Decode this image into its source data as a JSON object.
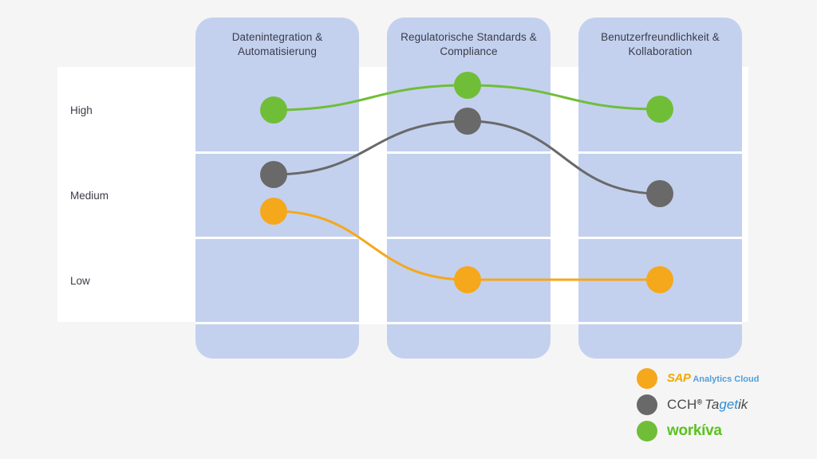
{
  "page": {
    "background_color": "#f5f5f5",
    "panel_color": "#ffffff",
    "column_color": "#c3d1ef",
    "separator_color": "#ffffff",
    "text_color": "#3b3b48"
  },
  "columns": [
    {
      "label": "Datenintegration &\nAutomatisierung"
    },
    {
      "label": "Regulatorische Standards &\nCompliance"
    },
    {
      "label": "Benutzerfreundlichkeit &\nKollaboration"
    }
  ],
  "rows": [
    {
      "label": "High"
    },
    {
      "label": "Medium"
    },
    {
      "label": "Low"
    }
  ],
  "legend": {
    "items": [
      {
        "name": "sap-analytics-cloud",
        "color": "#f5a81c",
        "parts": [
          {
            "text": "SAP",
            "color": "#f0ab00",
            "style": "main"
          },
          {
            "text": "Analytics Cloud",
            "color": "#4ea0dd",
            "style": "sub"
          }
        ]
      },
      {
        "name": "cch-tagetik",
        "color": "#696969",
        "parts": [
          {
            "text": "CCH",
            "color": "#4a4a4a",
            "style": "cch"
          },
          {
            "text": "®",
            "color": "#4a4a4a",
            "style": "reg"
          },
          {
            "text": "Ta",
            "color": "#4a4a4a",
            "style": "tag-a"
          },
          {
            "text": "get",
            "color": "#2f8fd4",
            "style": "tag-b"
          },
          {
            "text": "ik",
            "color": "#4a4a4a",
            "style": "tag-c"
          }
        ]
      },
      {
        "name": "workiva",
        "color": "#70be38",
        "parts": [
          {
            "text": "workíva",
            "color": "#5ac220",
            "style": "workiva"
          }
        ]
      }
    ]
  },
  "chart_data": {
    "type": "line",
    "title": "",
    "xlabel": "",
    "ylabel": "",
    "categories": [
      "Datenintegration & Automatisierung",
      "Regulatorische Standards & Compliance",
      "Benutzerfreundlichkeit & Kollaboration"
    ],
    "y_scale": [
      "Low",
      "Medium",
      "High"
    ],
    "ylim": [
      "Low",
      "High"
    ],
    "grid": true,
    "legend_position": "bottom-right",
    "series": [
      {
        "name": "SAP Analytics Cloud",
        "color": "#f5a81c",
        "values": [
          "Medium",
          "Low",
          "Low"
        ],
        "points": [
          {
            "category": "Datenintegration & Automatisierung",
            "value": "Medium",
            "x": 343,
            "y": 265
          },
          {
            "category": "Regulatorische Standards & Compliance",
            "value": "Low",
            "x": 586,
            "y": 351
          },
          {
            "category": "Benutzerfreundlichkeit & Kollaboration",
            "value": "Low",
            "x": 827,
            "y": 351
          }
        ]
      },
      {
        "name": "CCH Tagetik",
        "color": "#696969",
        "values": [
          "Medium",
          "High",
          "Medium"
        ],
        "points": [
          {
            "category": "Datenintegration & Automatisierung",
            "value": "Medium",
            "x": 343,
            "y": 219
          },
          {
            "category": "Regulatorische Standards & Compliance",
            "value": "High",
            "x": 586,
            "y": 152
          },
          {
            "category": "Benutzerfreundlichkeit & Kollaboration",
            "value": "Medium",
            "x": 827,
            "y": 243
          }
        ]
      },
      {
        "name": "Workiva",
        "color": "#70be38",
        "values": [
          "High",
          "High",
          "High"
        ],
        "points": [
          {
            "category": "Datenintegration & Automatisierung",
            "value": "High",
            "x": 343,
            "y": 138
          },
          {
            "category": "Regulatorische Standards & Compliance",
            "value": "High",
            "x": 586,
            "y": 107
          },
          {
            "category": "Benutzerfreundlichkeit & Kollaboration",
            "value": "High",
            "x": 827,
            "y": 137
          }
        ]
      }
    ]
  }
}
